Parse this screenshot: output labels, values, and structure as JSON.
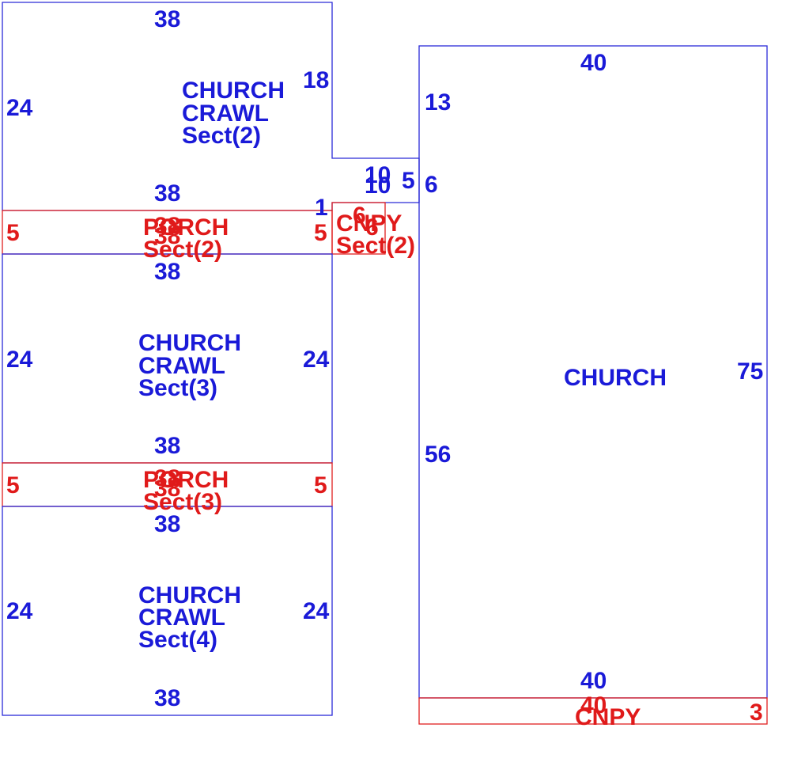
{
  "colors": {
    "building": "#1a1ad8",
    "attachment": "#e01a1a"
  },
  "sections": {
    "crawl2": {
      "label_l1": "CHURCH",
      "label_l2": "CRAWL",
      "label_l3": "Sect(2)",
      "top": "38",
      "left": "24",
      "right": "18",
      "bottom": "38"
    },
    "connector": {
      "top_a": "10",
      "top_b": "10",
      "right": "5",
      "left_step": "1",
      "church_side": "6"
    },
    "porch2": {
      "label_l1": "PORCH",
      "label_l2": "Sect(2)",
      "left": "5",
      "right": "5",
      "top_a": "38",
      "top_b": "38"
    },
    "cnpy2": {
      "label_l1": "CNPY",
      "label_l2": "Sect(2)",
      "dim_a": "6",
      "dim_b": "6"
    },
    "crawl3": {
      "label_l1": "CHURCH",
      "label_l2": "CRAWL",
      "label_l3": "Sect(3)",
      "top": "38",
      "left": "24",
      "right": "24",
      "bottom": "38"
    },
    "porch3": {
      "label_l1": "PORCH",
      "label_l2": "Sect(3)",
      "left": "5",
      "right": "5",
      "top_a": "38",
      "top_b": "38"
    },
    "crawl4": {
      "label_l1": "CHURCH",
      "label_l2": "CRAWL",
      "label_l3": "Sect(4)",
      "top": "38",
      "left": "24",
      "right": "24",
      "bottom": "38"
    },
    "church": {
      "label": "CHURCH",
      "top": "40",
      "right": "75",
      "left_upper": "13",
      "left_lower": "56",
      "bottom": "40"
    },
    "cnpy_bottom": {
      "label": "CNPY",
      "top": "40",
      "right": "3"
    }
  }
}
